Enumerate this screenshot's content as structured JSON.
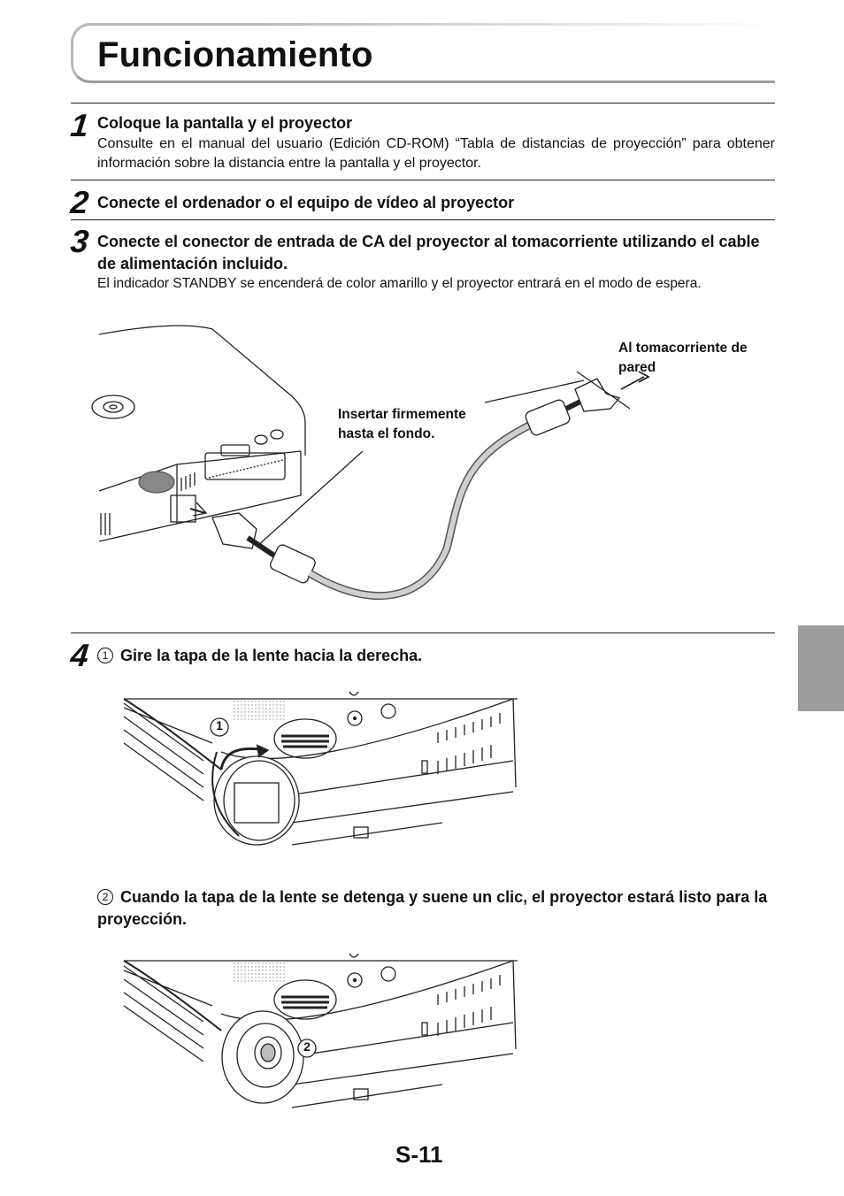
{
  "page": {
    "title": "Funcionamiento",
    "page_number": "S-11"
  },
  "steps": [
    {
      "number": "1",
      "title": "Coloque la pantalla y el proyector",
      "body": "Consulte en el manual del usuario (Edición CD-ROM) “Tabla de distancias de proyección” para obtener información sobre la distancia entre la pantalla y el proyector."
    },
    {
      "number": "2",
      "title": "Conecte el ordenador o el equipo de vídeo al proyector"
    },
    {
      "number": "3",
      "title": "Conecte el conector de entrada de CA del proyector al tomacorriente utilizando el cable de alimentación incluido.",
      "body": "El indicador STANDBY se encenderá de color amarillo y el proyector entrará en el modo de espera."
    },
    {
      "number": "4",
      "substeps": [
        {
          "marker": "1",
          "text": "Gire la tapa de la lente hacia la derecha."
        },
        {
          "marker": "2",
          "text": "Cuando la tapa de la lente se detenga y suene un clic, el proyector estará listo para la proyección."
        }
      ]
    }
  ],
  "figure_power": {
    "callout_wall": "Al tomacorriente de pared",
    "callout_insert": "Insertar firmemente hasta el fondo."
  },
  "figure_lens1": {
    "marker": "1"
  },
  "figure_lens2": {
    "marker": "2"
  },
  "colors": {
    "side_tab": "#9c9c9c",
    "title_border": "#b9b9b9"
  }
}
